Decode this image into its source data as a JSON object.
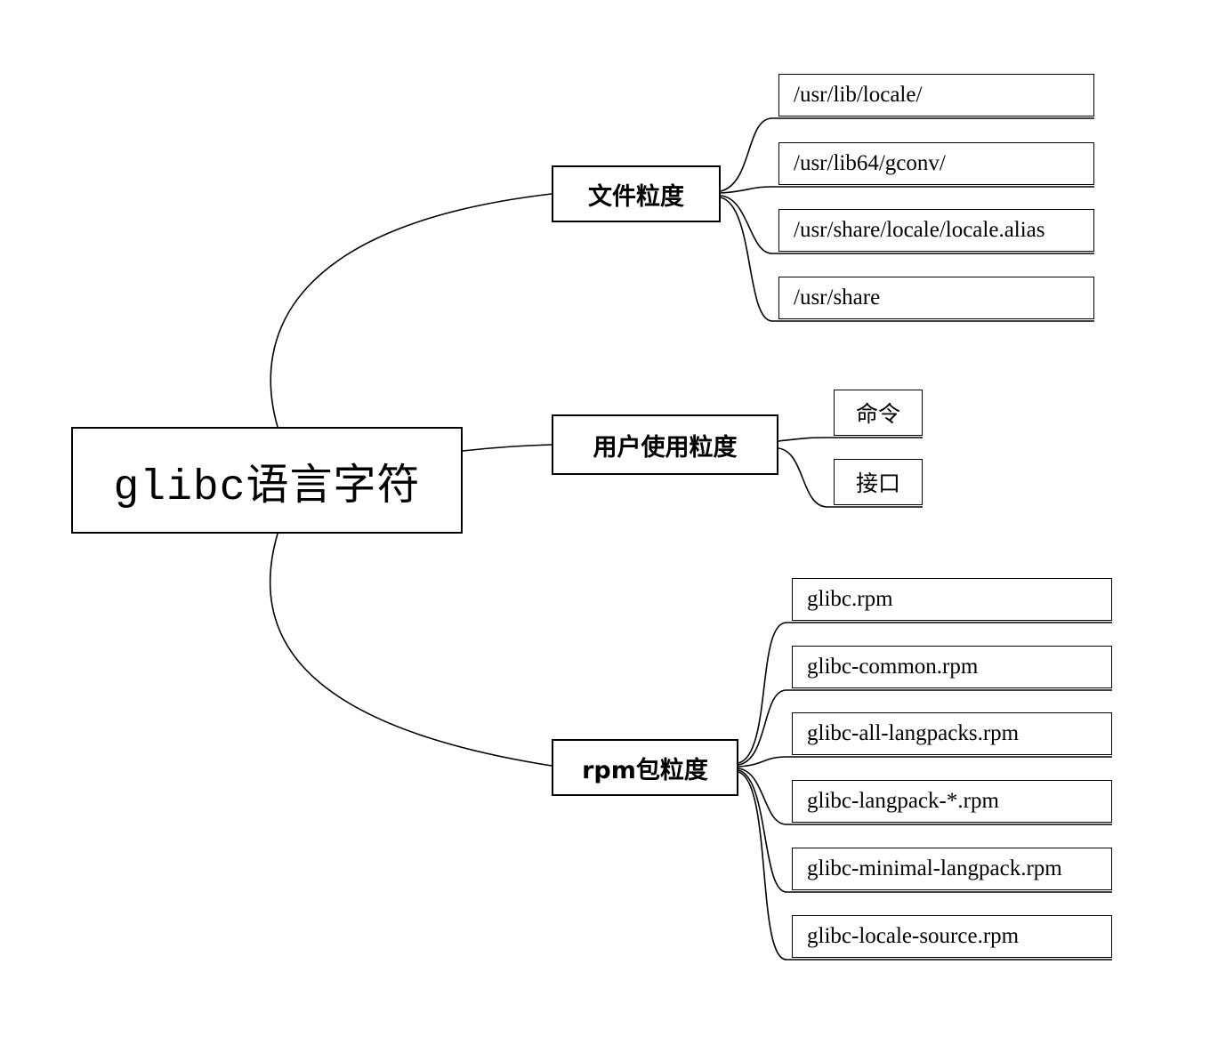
{
  "diagram": {
    "title": "glibc language/character mind map",
    "colors": {
      "background": "#ffffff",
      "line": "#000000",
      "border": "#000000",
      "text": "#000000"
    }
  },
  "root": {
    "label": "glibc语言字符"
  },
  "branches": [
    {
      "label": "文件粒度",
      "children": [
        {
          "label": "/usr/lib/locale/"
        },
        {
          "label": "/usr/lib64/gconv/"
        },
        {
          "label": "/usr/share/locale/locale.alias"
        },
        {
          "label": "/usr/share"
        }
      ]
    },
    {
      "label": "用户使用粒度",
      "children": [
        {
          "label": "命令"
        },
        {
          "label": "接口"
        }
      ]
    },
    {
      "label": "rpm包粒度",
      "children": [
        {
          "label": "glibc.rpm"
        },
        {
          "label": "glibc-common.rpm"
        },
        {
          "label": "glibc-all-langpacks.rpm"
        },
        {
          "label": "glibc-langpack-*.rpm"
        },
        {
          "label": "glibc-minimal-langpack.rpm"
        },
        {
          "label": "glibc-locale-source.rpm"
        }
      ]
    }
  ]
}
